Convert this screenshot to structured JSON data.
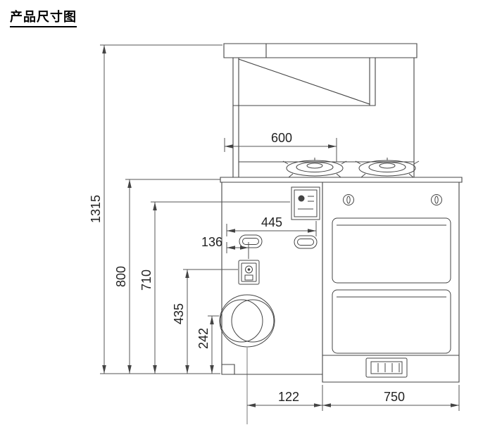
{
  "title": "产品尺寸图",
  "dims": {
    "d1315": "1315",
    "d800": "800",
    "d710": "710",
    "d435": "435",
    "d242": "242",
    "d600": "600",
    "d445": "445",
    "d136": "136",
    "d122": "122",
    "d750": "750"
  },
  "colors": {
    "line": "#444444",
    "dim_line": "#555555",
    "text": "#222222"
  }
}
